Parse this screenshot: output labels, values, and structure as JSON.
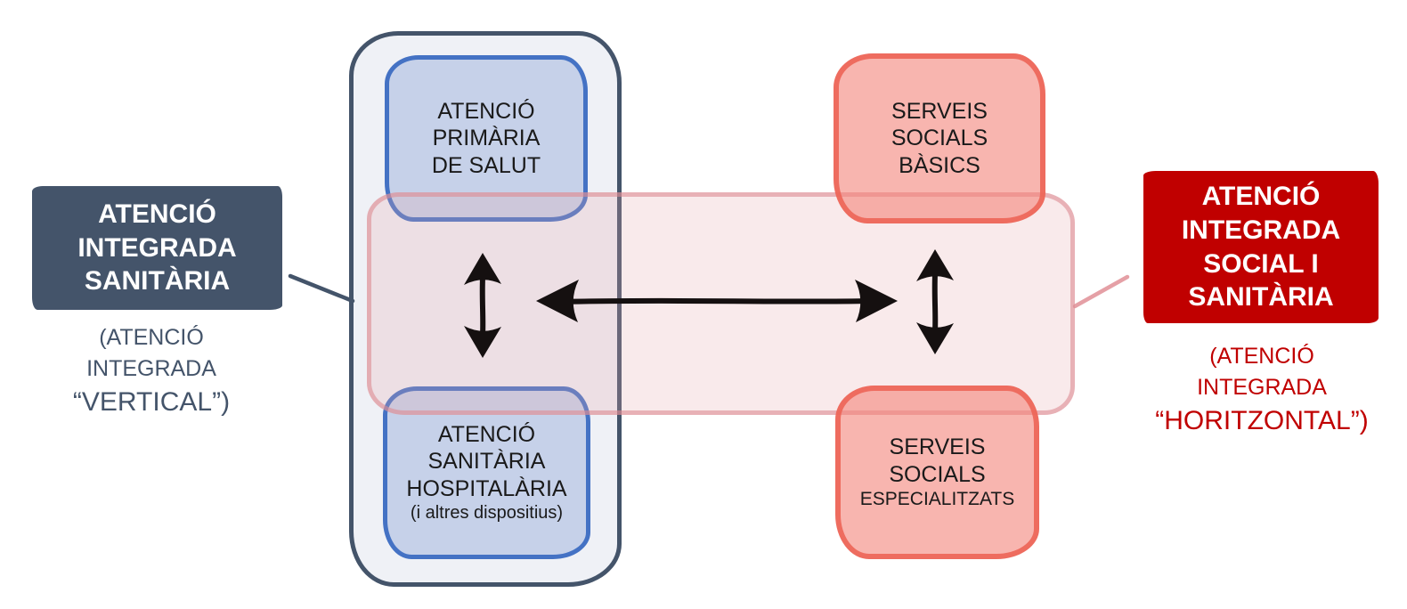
{
  "colors": {
    "slate": "#44546A",
    "container-fill": "#EFF1F6",
    "blue-border": "#4472C4",
    "blue-fill": "#BECBE6D9",
    "band-fill": "#E8A7AD3D",
    "band-border": "#DC8A9299",
    "red-fill": "#F4837A99",
    "red-border": "#ED6456E6",
    "red-label": "#C00000",
    "arrow": "#151010",
    "pink-line": "#E5A0A6",
    "text": "#1A1A1A"
  },
  "left_panel": {
    "title_lines": [
      "ATENCIÓ",
      "INTEGRADA",
      "SANITÀRIA"
    ],
    "caption_lines": [
      "(ATENCIÓ",
      "INTEGRADA",
      "“VERTICAL”)"
    ]
  },
  "right_panel": {
    "title_lines": [
      "ATENCIÓ",
      "INTEGRADA",
      "SOCIAL I",
      "SANITÀRIA"
    ],
    "caption_lines": [
      "(ATENCIÓ",
      "INTEGRADA",
      "“HORITZONTAL”)"
    ]
  },
  "health_column": {
    "primary_care_lines": [
      "ATENCIÓ",
      "PRIMÀRIA",
      "DE SALUT"
    ],
    "hospital_care_lines": [
      "ATENCIÓ",
      "SANITÀRIA",
      "HOSPITALÀRIA"
    ],
    "hospital_care_note": "(i altres dispositius)"
  },
  "social_column": {
    "basic_lines": [
      "SERVEIS",
      "SOCIALS",
      "BÀSICS"
    ],
    "specialized_lines": [
      "SERVEIS",
      "SOCIALS"
    ],
    "specialized_small_line": "ESPECIALITZATS"
  },
  "icons": {
    "vertical_arrow": "double-headed-vertical-arrow",
    "horizontal_arrow": "double-headed-horizontal-arrow"
  }
}
